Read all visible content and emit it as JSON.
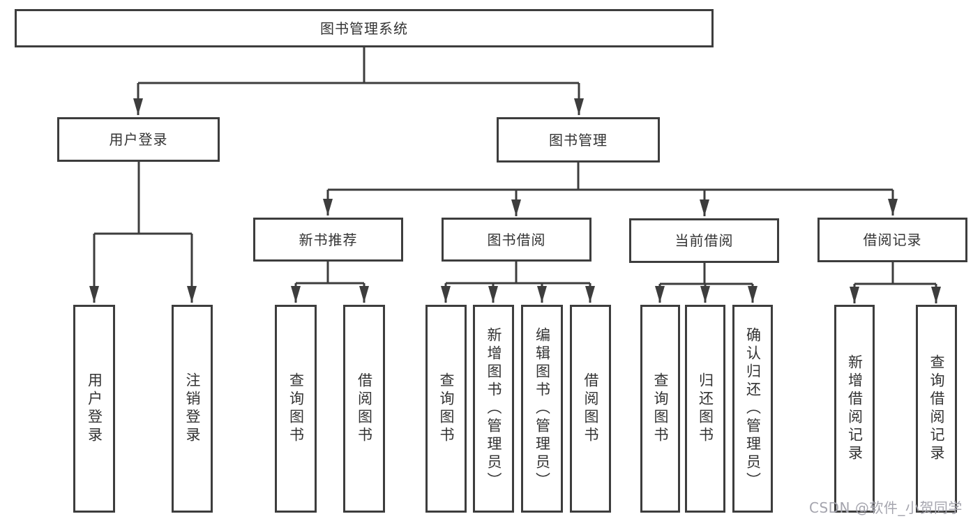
{
  "root": {
    "label": "图书管理系统"
  },
  "level2": [
    {
      "label": "用户登录",
      "children": [
        {
          "label": "用户登录"
        },
        {
          "label": "注销登录"
        }
      ]
    },
    {
      "label": "图书管理"
    }
  ],
  "level3": [
    {
      "label": "新书推荐",
      "children": [
        {
          "label": "查询图书"
        },
        {
          "label": "借阅图书"
        }
      ]
    },
    {
      "label": "图书借阅",
      "children": [
        {
          "label": "查询图书"
        },
        {
          "label": "新增图书（管理员）"
        },
        {
          "label": "编辑图书（管理员）"
        },
        {
          "label": "借阅图书"
        }
      ]
    },
    {
      "label": "当前借阅",
      "children": [
        {
          "label": "查询图书"
        },
        {
          "label": "归还图书"
        },
        {
          "label": "确认归还（管理员）"
        }
      ]
    },
    {
      "label": "借阅记录",
      "children": [
        {
          "label": "新增借阅记录"
        },
        {
          "label": "查询借阅记录"
        }
      ]
    }
  ],
  "watermark": {
    "text": "CSDN @软件_小贺同学"
  },
  "colors": {
    "line": "#3d3d3d",
    "text": "#333333",
    "background": "#ffffff",
    "watermark": "#a5a5ae"
  }
}
